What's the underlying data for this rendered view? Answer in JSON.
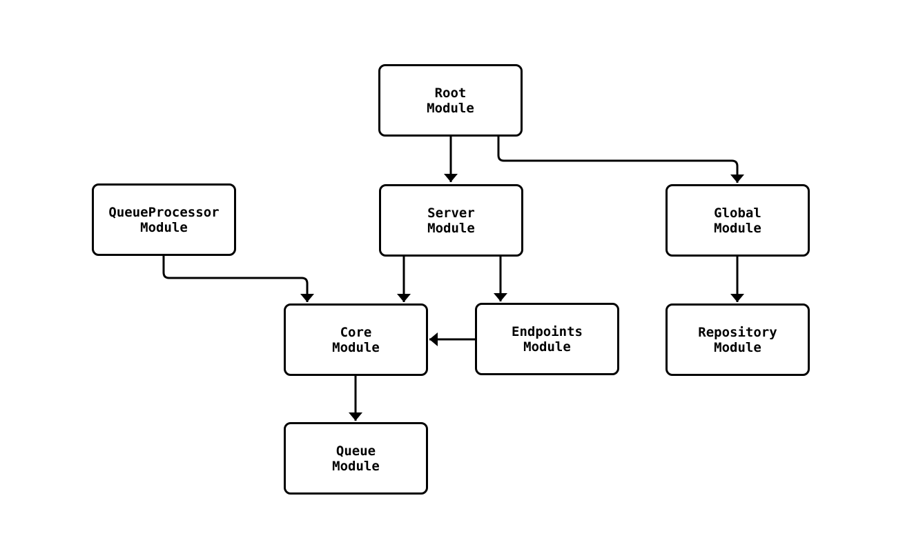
{
  "diagram": {
    "type": "module-dependency-flowchart",
    "background_color": "#ffffff",
    "node_fill_color": "#ffffff",
    "node_border_color": "#000000",
    "edge_color": "#000000",
    "nodes": [
      {
        "id": "root",
        "line1": "Root",
        "line2": "Module"
      },
      {
        "id": "queueprocessor",
        "line1": "QueueProcessor",
        "line2": "Module"
      },
      {
        "id": "server",
        "line1": "Server",
        "line2": "Module"
      },
      {
        "id": "global",
        "line1": "Global",
        "line2": "Module"
      },
      {
        "id": "core",
        "line1": "Core",
        "line2": "Module"
      },
      {
        "id": "endpoints",
        "line1": "Endpoints",
        "line2": "Module"
      },
      {
        "id": "repository",
        "line1": "Repository",
        "line2": "Module"
      },
      {
        "id": "queue",
        "line1": "Queue",
        "line2": "Module"
      }
    ],
    "edges": [
      {
        "from": "Root Module",
        "to": "Server Module"
      },
      {
        "from": "Root Module",
        "to": "Global Module"
      },
      {
        "from": "QueueProcessor Module",
        "to": "Core Module"
      },
      {
        "from": "Server Module",
        "to": "Core Module"
      },
      {
        "from": "Server Module",
        "to": "Endpoints Module"
      },
      {
        "from": "Endpoints Module",
        "to": "Core Module"
      },
      {
        "from": "Global Module",
        "to": "Repository Module"
      },
      {
        "from": "Core Module",
        "to": "Queue Module"
      }
    ]
  }
}
